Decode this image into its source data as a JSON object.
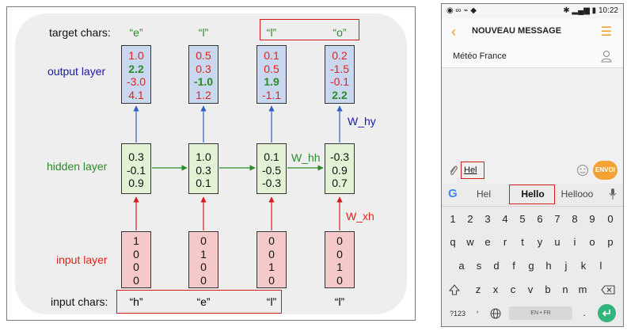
{
  "diagram": {
    "labels": {
      "target": "target chars:",
      "output": "output layer",
      "hidden": "hidden layer",
      "input": "input layer",
      "input_chars": "input chars:"
    },
    "weights": {
      "w_hy": "W_hy",
      "w_hh": "W_hh",
      "w_xh": "W_xh"
    },
    "target_chars": [
      "“e”",
      "“l”",
      "“l”",
      "“o”"
    ],
    "input_chars": [
      "“h”",
      "“e”",
      "“l”",
      "“l”"
    ],
    "output": [
      [
        "1.0",
        "2.2",
        "-3.0",
        "4.1"
      ],
      [
        "0.5",
        "0.3",
        "-1.0",
        "1.2"
      ],
      [
        "0.1",
        "0.5",
        "1.9",
        "-1.1"
      ],
      [
        "0.2",
        "-1.5",
        "-0.1",
        "2.2"
      ]
    ],
    "hidden": [
      [
        "0.3",
        "-0.1",
        "0.9"
      ],
      [
        "1.0",
        "0.3",
        "0.1"
      ],
      [
        "0.1",
        "-0.5",
        "-0.3"
      ],
      [
        "-0.3",
        "0.9",
        "0.7"
      ]
    ],
    "input": [
      [
        "1",
        "0",
        "0",
        "0"
      ],
      [
        "0",
        "1",
        "0",
        "0"
      ],
      [
        "0",
        "0",
        "1",
        "0"
      ],
      [
        "0",
        "0",
        "1",
        "0"
      ]
    ],
    "colors": {
      "output_bg": "#c9d8ef",
      "hidden_bg": "#e3f1d5",
      "input_bg": "#f5c9c9",
      "target_text": "#2c8a28",
      "output_label": "#1a1aa8",
      "input_label": "#e0231d",
      "highlight": "#d41c1c"
    }
  },
  "phone": {
    "status_time": "10:22",
    "title": "NOUVEAU MESSAGE",
    "recipient": "Météo France",
    "message": "Hel",
    "send_label": "ENVOI",
    "suggestions": [
      "Hel",
      "Hello",
      "Hellooo"
    ],
    "number_row": [
      "1",
      "2",
      "3",
      "4",
      "5",
      "6",
      "7",
      "8",
      "9",
      "0"
    ],
    "row1": [
      "q",
      "w",
      "e",
      "r",
      "t",
      "y",
      "u",
      "i",
      "o",
      "p"
    ],
    "row2": [
      "a",
      "s",
      "d",
      "f",
      "g",
      "h",
      "j",
      "k",
      "l"
    ],
    "row3": [
      "z",
      "x",
      "c",
      "v",
      "b",
      "n",
      "m"
    ],
    "sym_label": "?123",
    "space_label": "EN • FR",
    "period": ".",
    "comma": ","
  }
}
